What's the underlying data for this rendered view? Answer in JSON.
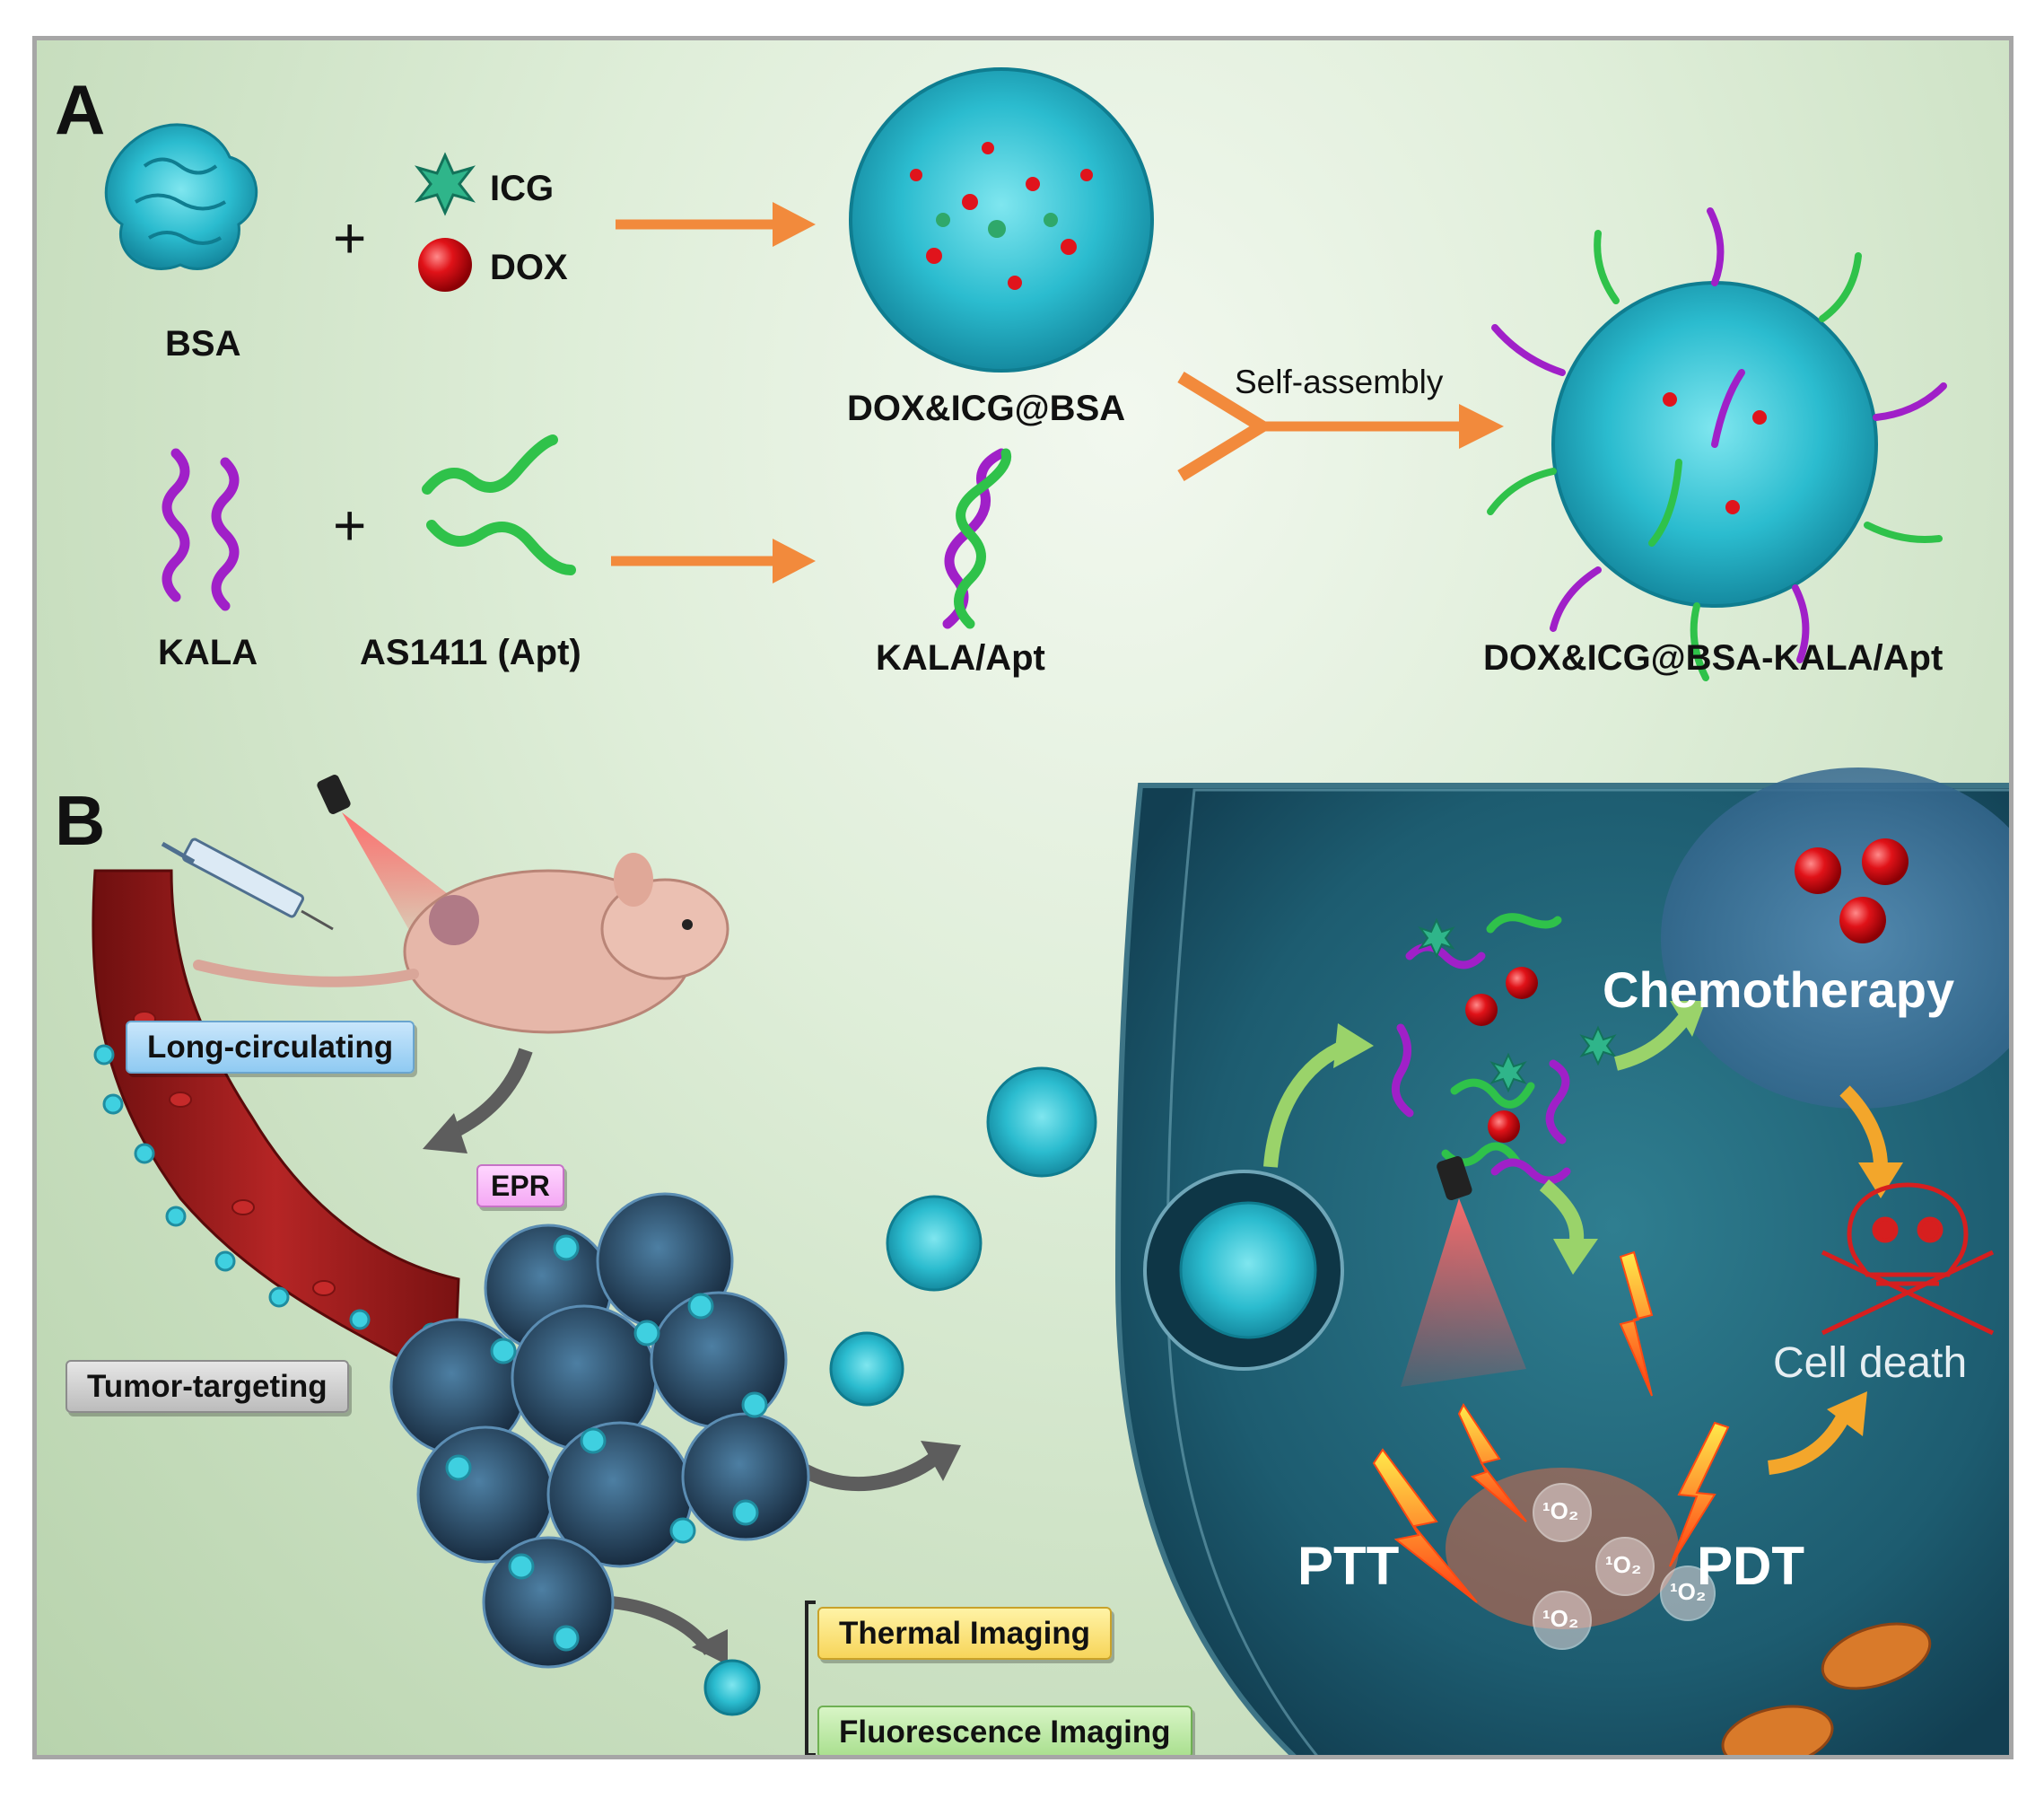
{
  "panel_a": {
    "letter": "A",
    "bsa": "BSA",
    "plus_1": "+",
    "icg": "ICG",
    "dox": "DOX",
    "dox_icg_bsa": "DOX&ICG@BSA",
    "self_assembly": "Self-assembly",
    "kala": "KALA",
    "plus_2": "+",
    "as1411": "AS1411 (Apt)",
    "kala_apt": "KALA/Apt",
    "final_product": "DOX&ICG@BSA-KALA/Apt"
  },
  "panel_b": {
    "letter": "B",
    "long_circulating": "Long-circulating",
    "epr": "EPR",
    "tumor_targeting": "Tumor-targeting",
    "thermal_imaging": "Thermal Imaging",
    "fluorescence_imaging": "Fluorescence Imaging",
    "chemotherapy": "Chemotherapy",
    "cell_death": "Cell death",
    "ptt": "PTT",
    "pdt": "PDT",
    "singlet_oxygen": "¹O₂"
  },
  "colors": {
    "arrow_orange": "#f28a3c",
    "protein_cyan": "#33c4d6",
    "dox_red": "#e0141c",
    "kala_purple": "#a020c8",
    "apt_green": "#2fc24a",
    "vessel_red": "#9e1b1b",
    "cell_teal": "#1f5f73",
    "skull_red": "#d61f1f"
  }
}
